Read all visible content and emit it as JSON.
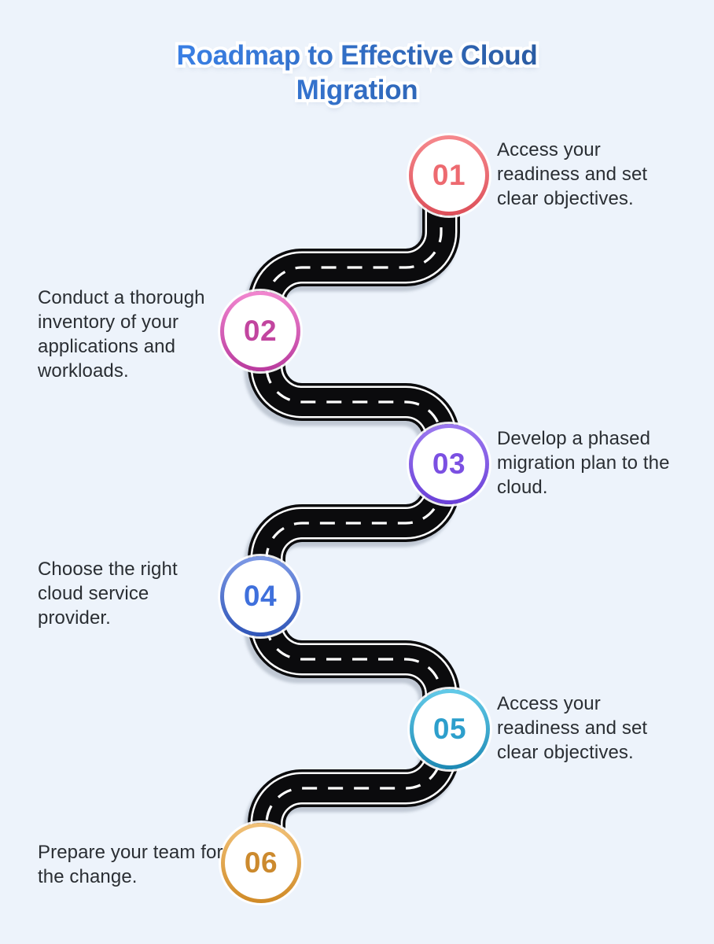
{
  "page": {
    "background": "#EDF3FB"
  },
  "title": {
    "line1": "Roadmap to Effective Cloud",
    "line2": "Migration",
    "color_start": "#3A80E6",
    "color_end": "#2A5BA2"
  },
  "road": {
    "surface_color": "#0B0B0D",
    "marking_color": "#FFFFFF",
    "shadow_color": "#A9B2C0"
  },
  "steps": [
    {
      "number": "01",
      "label": "Access your readiness and set clear objectives.",
      "side": "right",
      "ring_from": "#F6898D",
      "ring_to": "#DD4F59",
      "number_color": "#ED6A70"
    },
    {
      "number": "02",
      "label": "Conduct a thorough inventory of your applications and workloads.",
      "side": "left",
      "ring_from": "#F287D0",
      "ring_to": "#B93A9E",
      "number_color": "#C2459F"
    },
    {
      "number": "03",
      "label": "Develop a phased migration plan to the cloud.",
      "side": "right",
      "ring_from": "#9C79F0",
      "ring_to": "#6A40D8",
      "number_color": "#7B50E2"
    },
    {
      "number": "04",
      "label": "Choose the right cloud service provider.",
      "side": "left",
      "ring_from": "#7E9AE6",
      "ring_to": "#2F55B8",
      "number_color": "#3F70DC"
    },
    {
      "number": "05",
      "label": "Access your readiness and set clear objectives.",
      "side": "right",
      "ring_from": "#63CBE9",
      "ring_to": "#1D89B4",
      "number_color": "#2D9FCC"
    },
    {
      "number": "06",
      "label": "Prepare your team for the change.",
      "side": "left",
      "ring_from": "#F2C279",
      "ring_to": "#D08A26",
      "number_color": "#CC8A2E"
    }
  ]
}
